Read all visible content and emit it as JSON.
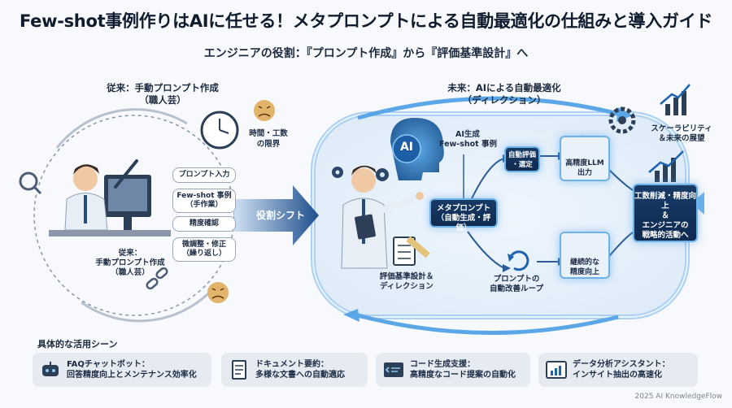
{
  "title": "Few-shot事例作りはAIに任せる！メタプロンプトによる自動最適化の仕組みと導入ガイド",
  "subtitle": "エンジニアの役割：『プロンプト作成』から『評価基準設計』へ",
  "left_section": {
    "heading_1": "従来：手動プロンプト作成",
    "heading_2": "（職人芸）",
    "time_label_1": "時間・工数",
    "time_label_2": "の限界",
    "person_label_1": "従来：",
    "person_label_2": "手動プロンプト作成",
    "person_label_3": "（職人芸）",
    "steps": [
      {
        "line1": "プロンプト入力",
        "line2": ""
      },
      {
        "line1": "Few-shot 事例",
        "line2": "（手作業）"
      },
      {
        "line1": "精度確認",
        "line2": ""
      },
      {
        "line1": "微調整・修正",
        "line2": "（繰り返し）"
      }
    ]
  },
  "shift_label": "役割シフト",
  "right_section": {
    "heading_1": "未来：AIによる自動最適化",
    "heading_2": "（ディレクション）",
    "ai_text": "AI",
    "ai_gen_1": "AI生成",
    "ai_gen_2": "Few-shot 事例",
    "meta_1": "メタプロンプト",
    "meta_2": "（自動生成・評価）",
    "auto_eval_1": "自動評価",
    "auto_eval_2": "・選定",
    "llm_1": "高精度LLM",
    "llm_2": "出力",
    "cont_1": "継続的な",
    "cont_2": "精度向上",
    "loop_1": "プロンプトの",
    "loop_2": "自動改善ループ",
    "design_1": "評価基準設計＆",
    "design_2": "ディレクション",
    "scalability_1": "スケーラビリティ",
    "scalability_2": "＆未来の展望",
    "result_1": "工数削減・精度向上",
    "result_2": "＆",
    "result_3": "エンジニアの",
    "result_4": "戦略的活動へ"
  },
  "scenes": {
    "title": "具体的な活用シーン",
    "items": [
      {
        "title": "FAQチャットボット：",
        "desc": "回答精度向上とメンテナンス効率化",
        "icon": "chatbot-icon"
      },
      {
        "title": "ドキュメント要約：",
        "desc": "多様な文書への自動適応",
        "icon": "document-icon"
      },
      {
        "title": "コード生成支援：",
        "desc": "高精度なコード提案の自動化",
        "icon": "code-icon"
      },
      {
        "title": "データ分析アシスタント：",
        "desc": "インサイト抽出の高速化",
        "icon": "chart-icon"
      }
    ]
  },
  "footer": "2025 AI KnowledgeFlow",
  "colors": {
    "accent": "#1e63b0",
    "dark_navy": "#0f2b50",
    "glow": "#6fb2e8"
  }
}
